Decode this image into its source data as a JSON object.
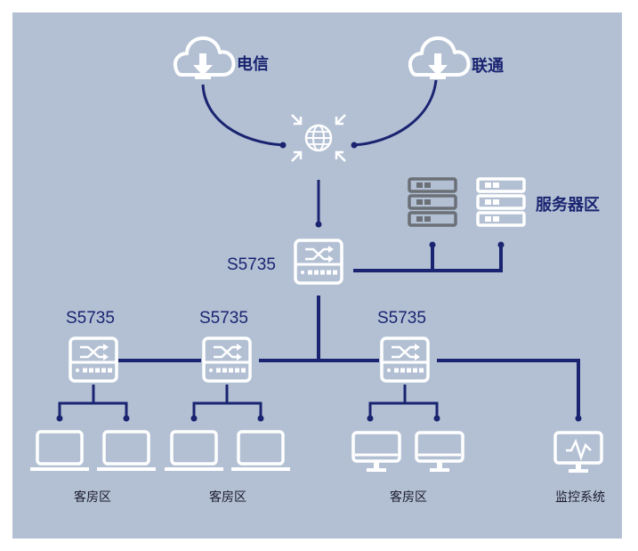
{
  "colors": {
    "background": "#b3c0d4",
    "line": "#1a2470",
    "device_outline": "#ffffff",
    "server_dark": "#6b7077"
  },
  "labels": {
    "isp_telecom": "电信",
    "isp_unicom": "联通",
    "server_zone": "服务器区",
    "core_switch": "S5735",
    "access_switch_1": "S5735",
    "access_switch_2": "S5735",
    "access_switch_3": "S5735",
    "guest_room_1": "客房区",
    "guest_room_2": "客房区",
    "guest_room_3": "客房区",
    "monitoring": "监控系统"
  },
  "icons": {
    "cloud": "cloud-download-icon",
    "internet": "globe-icon",
    "switch": "switch-icon",
    "server": "server-icon",
    "laptop": "laptop-icon",
    "monitor": "monitor-icon",
    "camera_monitor": "monitor-waveform-icon"
  }
}
